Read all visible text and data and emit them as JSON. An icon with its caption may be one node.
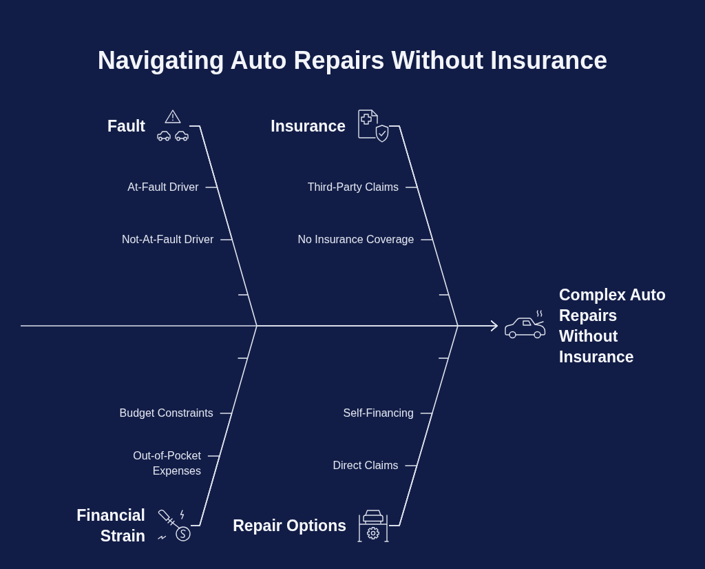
{
  "diagram": {
    "title": "Navigating Auto Repairs Without Insurance",
    "nodes": [
      {
        "text": [
          "Fault"
        ]
      },
      {
        "text": [
          "Insurance"
        ]
      },
      {
        "text": [
          "At-Fault Driver"
        ]
      },
      {
        "text": [
          "Third-Party Claims"
        ]
      },
      {
        "text": [
          "Not-At-Fault Driver"
        ]
      },
      {
        "text": [
          "No Insurance Coverage"
        ]
      },
      {
        "text": [
          "Complex Auto Repairs Without Insurance"
        ]
      },
      {
        "text": [
          "Budget Constraints"
        ]
      },
      {
        "text": [
          "Self-Financing"
        ]
      },
      {
        "text": [
          "Out-of-Pocket Expenses"
        ]
      },
      {
        "text": [
          "Direct Claims"
        ]
      },
      {
        "text": [
          "Financial Strain"
        ]
      },
      {
        "text": [
          "Repair Options"
        ]
      }
    ],
    "edges": [
      {
        "from": null,
        "to": 6,
        "arrow": "to"
      },
      {
        "from": 0,
        "to": 6,
        "arrow": "to"
      },
      {
        "from": 1,
        "to": 6,
        "arrow": "to"
      },
      {
        "from": 11,
        "to": 6,
        "arrow": "to"
      },
      {
        "from": 12,
        "to": 6,
        "arrow": "to"
      },
      {
        "from": 2,
        "to": 0,
        "arrow": "none"
      },
      {
        "from": 4,
        "to": 0,
        "arrow": "none"
      },
      {
        "from": 3,
        "to": 1,
        "arrow": "none"
      },
      {
        "from": 5,
        "to": 1,
        "arrow": "none"
      },
      {
        "from": 7,
        "to": 11,
        "arrow": "none"
      },
      {
        "from": 9,
        "to": 11,
        "arrow": "none"
      },
      {
        "from": 8,
        "to": 12,
        "arrow": "none"
      },
      {
        "from": 10,
        "to": 12,
        "arrow": "none"
      }
    ]
  }
}
